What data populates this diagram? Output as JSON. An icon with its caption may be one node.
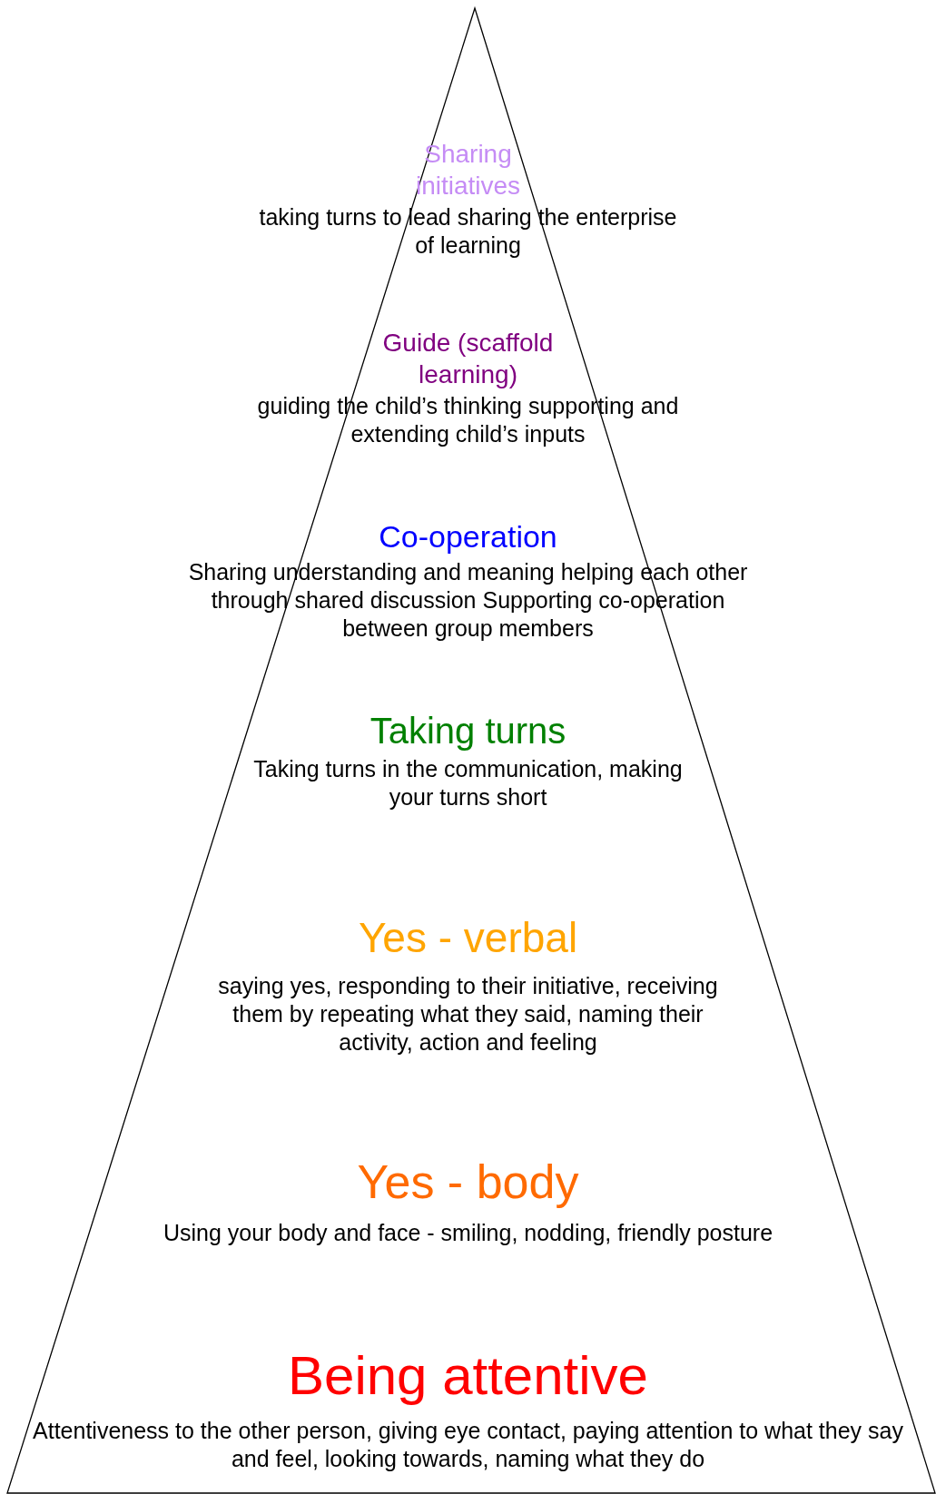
{
  "diagram": {
    "nodes": [
      {
        "text": [
          "Sharing initiatives",
          "taking turns to lead sharing the enterprise of learning",
          "Guide (scaffold learning)",
          "guiding the child’s thinking supporting and extending child’s inputs",
          "Co-operation",
          "Sharing understanding and meaning helping each other through shared discussion Supporting co-operation between group members",
          "Taking turns",
          "Taking turns in the communication, making your turns short",
          "Yes - verbal",
          "saying yes, responding to their initiative, receiving them by repeating what they said, naming their activity, action and feeling",
          "Yes - body",
          "Using your body and face - smiling, nodding, friendly posture",
          "Being attentive",
          "Attentiveness to the other person, giving eye contact, paying attention to what they say and feel, looking towards, naming what they do"
        ]
      }
    ]
  }
}
